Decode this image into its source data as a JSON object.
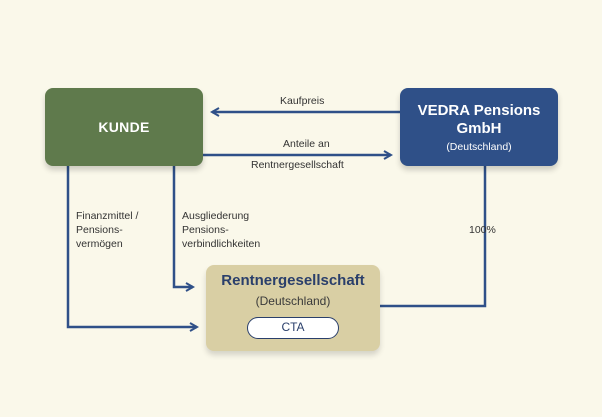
{
  "nodes": {
    "kunde": {
      "label": "KUNDE"
    },
    "vedra": {
      "name_line1": "VEDRA Pensions",
      "name_line2": "GmbH",
      "country": "(Deutschland)"
    },
    "rentner": {
      "name": "Rentnergesellschaft",
      "country": "(Deutschland)",
      "badge": "CTA"
    }
  },
  "edges": {
    "kaufpreis": "Kaufpreis",
    "anteile_line1": "Anteile an",
    "anteile_line2": "Rentnergesellschaft",
    "finanzmittel_line1": "Finanzmittel /",
    "finanzmittel_line2": "Pensions-",
    "finanzmittel_line3": "vermögen",
    "ausgliederung_line1": "Ausgliederung",
    "ausgliederung_line2": "Pensions-",
    "ausgliederung_line3": "verbindlichkeiten",
    "ownership": "100%"
  },
  "colors": {
    "background": "#faf8ea",
    "kunde": "#5f7a4c",
    "vedra": "#2f5088",
    "rentner": "#d9cfa4",
    "connector": "#2f5088"
  }
}
